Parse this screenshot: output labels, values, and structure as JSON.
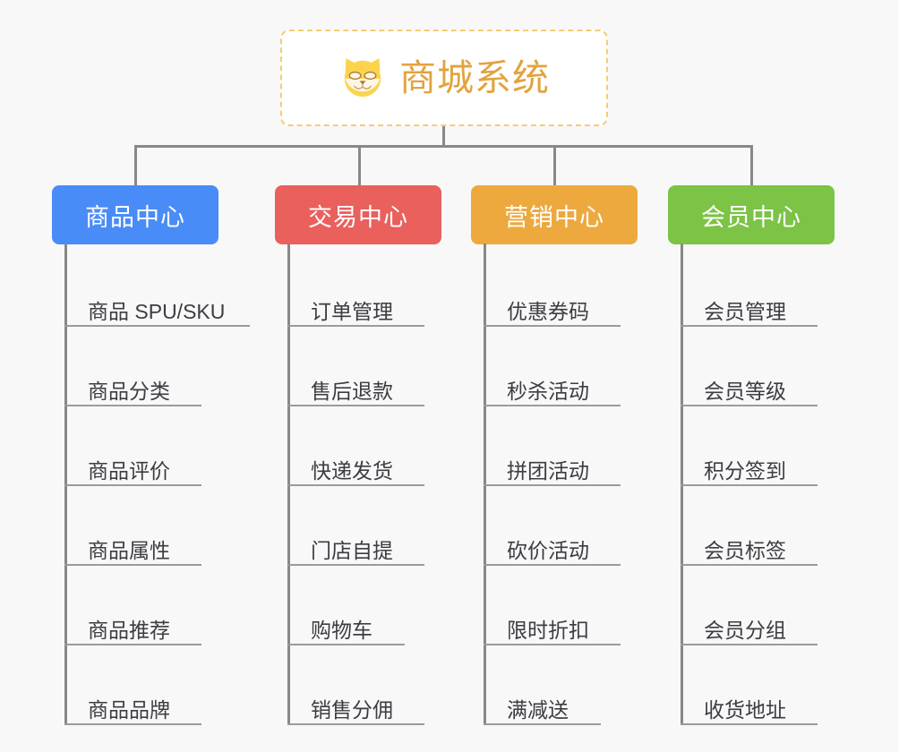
{
  "page": {
    "background_color": "#f8f8f8",
    "type": "mindmap"
  },
  "root": {
    "title": "商城系统",
    "icon": "shiba-inu-icon",
    "text_color": "#e2a33e",
    "border_color": "#f6cb72",
    "background_color": "#ffffff"
  },
  "connector": {
    "color": "#888888"
  },
  "branches": [
    {
      "label": "商品中心",
      "color": "#4a8cf7",
      "items": [
        {
          "label": "商品 SPU/SKU"
        },
        {
          "label": "商品分类"
        },
        {
          "label": "商品评价"
        },
        {
          "label": "商品属性"
        },
        {
          "label": "商品推荐"
        },
        {
          "label": "商品品牌"
        }
      ]
    },
    {
      "label": "交易中心",
      "color": "#e9605c",
      "items": [
        {
          "label": "订单管理"
        },
        {
          "label": "售后退款"
        },
        {
          "label": "快递发货"
        },
        {
          "label": "门店自提"
        },
        {
          "label": "购物车"
        },
        {
          "label": "销售分佣"
        }
      ]
    },
    {
      "label": "营销中心",
      "color": "#eda93e",
      "items": [
        {
          "label": "优惠券码"
        },
        {
          "label": "秒杀活动"
        },
        {
          "label": "拼团活动"
        },
        {
          "label": "砍价活动"
        },
        {
          "label": "限时折扣"
        },
        {
          "label": "满减送"
        }
      ]
    },
    {
      "label": "会员中心",
      "color": "#7cc346",
      "items": [
        {
          "label": "会员管理"
        },
        {
          "label": "会员等级"
        },
        {
          "label": "积分签到"
        },
        {
          "label": "会员标签"
        },
        {
          "label": "会员分组"
        },
        {
          "label": "收货地址"
        }
      ]
    }
  ]
}
